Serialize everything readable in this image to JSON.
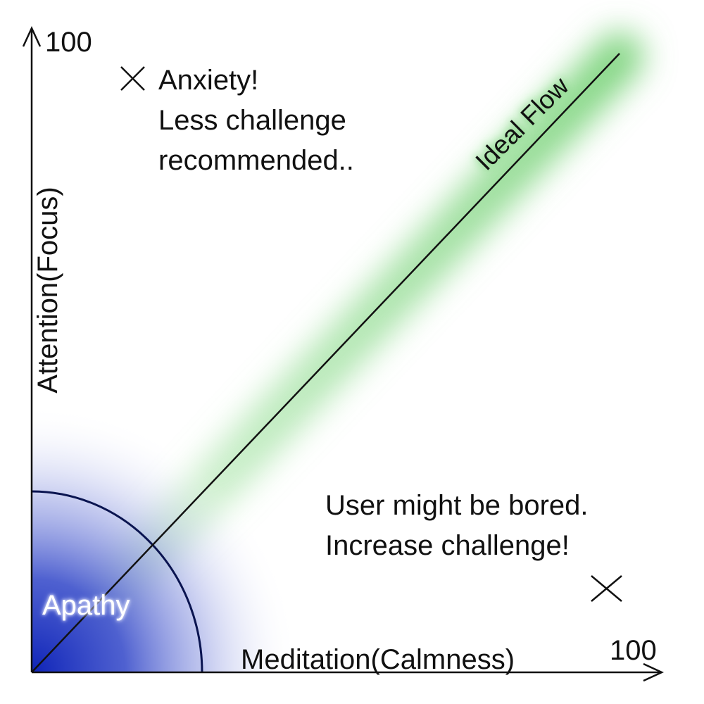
{
  "axes": {
    "y_max": "100",
    "x_max": "100",
    "y_label": "Attention(Focus)",
    "x_label": "Meditation(Calmness)"
  },
  "zones": {
    "anxiety": {
      "lines": [
        "Anxiety!",
        "Less challenge",
        "recommended.."
      ],
      "marker_icon": "x-mark-icon"
    },
    "bored": {
      "lines": [
        "User might be bored.",
        "Increase challenge!"
      ],
      "marker_icon": "x-mark-icon"
    },
    "ideal_flow": {
      "label": "Ideal Flow",
      "glow_color": "#8fdc8f"
    },
    "apathy": {
      "label": "Apathy",
      "fill_color": "#1a2fbf"
    }
  },
  "colors": {
    "axis": "#111111",
    "apathy_core": "#0f24b8",
    "flow_glow": "#8fdc8f"
  }
}
